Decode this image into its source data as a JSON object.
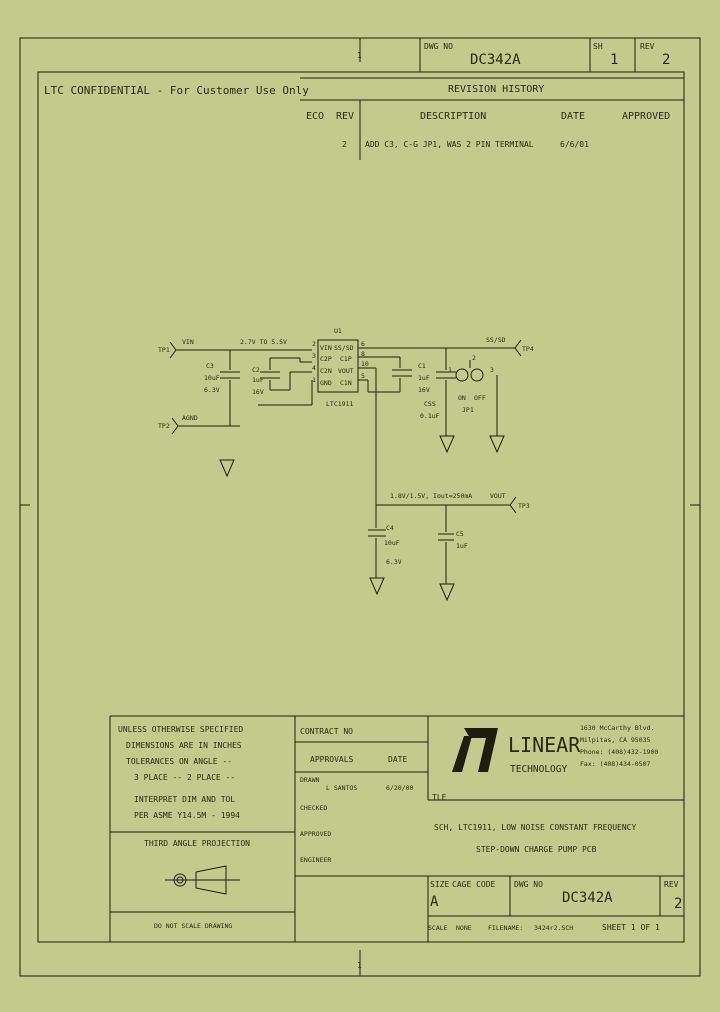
{
  "title_block_top": {
    "dwg_no_label": "DWG NO",
    "dwg_no": "DC342A",
    "sheet_label": "SH",
    "sheet": "1",
    "rev_label": "REV",
    "rev": "2",
    "zone_top": "1"
  },
  "confidential": "LTC CONFIDENTIAL - For Customer Use Only",
  "revision_history": {
    "title": "REVISION HISTORY",
    "headers": [
      "ECO",
      "REV",
      "DESCRIPTION",
      "DATE",
      "APPROVED"
    ],
    "rows": [
      {
        "eco": "",
        "rev": "2",
        "description": "ADD C3, C-G JP1, WAS 2 PIN TERMINAL",
        "date": "6/6/01",
        "approved": ""
      }
    ]
  },
  "schematic": {
    "tp1": "TP1",
    "vin_net": "VIN",
    "vin_range": "2.7V TO 5.5V",
    "c3": {
      "ref": "C3",
      "value": "10uF",
      "voltage": "6.3V"
    },
    "c2": {
      "ref": "C2",
      "value": "1uF",
      "voltage": "16V"
    },
    "u1_ref": "U1",
    "u1_part": "LTC1911",
    "u1_pins_left": [
      "VIN",
      "C2P",
      "C2N",
      "GND"
    ],
    "u1_pins_right": [
      "SS/SD",
      "C1P",
      "VOUT",
      "C1N"
    ],
    "u1_pin_nums_left": [
      "2",
      "3",
      "4",
      "1"
    ],
    "u1_pin_nums_right": [
      "6",
      "8",
      "10",
      "5"
    ],
    "c1": {
      "ref": "C1",
      "value": "1uF",
      "voltage": "16V"
    },
    "css": {
      "ref": "CSS",
      "value": "0.1uF"
    },
    "jp1": {
      "ref": "JP1",
      "on": "ON",
      "off": "OFF",
      "pin1": "1",
      "pin2": "2",
      "pin3": "3"
    },
    "ss_sd_net": "SS/SD",
    "tp4": "TP4",
    "tp2": "TP2",
    "agnd_net": "AGND",
    "vout_desc": "1.8V/1.5V, Iout=250mA",
    "vout_net": "VOUT",
    "tp3": "TP3",
    "c4": {
      "ref": "C4",
      "value": "10uF",
      "voltage": "6.3V"
    },
    "c5": {
      "ref": "C5",
      "value": "1uF"
    }
  },
  "tolerances": {
    "lines": [
      "UNLESS OTHERWISE SPECIFIED",
      "DIMENSIONS ARE IN INCHES",
      "TOLERANCES ON ANGLE --",
      "3 PLACE -- 2 PLACE --",
      "INTERPRET DIM AND TOL",
      "PER ASME Y14.5M - 1994"
    ],
    "projection": "THIRD ANGLE PROJECTION",
    "do_not_scale": "DO NOT SCALE DRAWING"
  },
  "approvals": {
    "contract_label": "CONTRACT NO",
    "approvals_label": "APPROVALS",
    "date_label": "DATE",
    "rows": [
      {
        "role": "DRAWN",
        "name": "L SANTOS",
        "date": "6/20/00"
      },
      {
        "role": "CHECKED",
        "name": "",
        "date": ""
      },
      {
        "role": "APPROVED",
        "name": "",
        "date": ""
      },
      {
        "role": "ENGINEER",
        "name": "",
        "date": ""
      }
    ],
    "tle": "TLE"
  },
  "company": {
    "logo_line1": "LINEAR",
    "logo_line2": "TECHNOLOGY",
    "address": [
      "1630 McCarthy Blvd.",
      "Milpitas, CA 95035",
      "Phone: (408)432-1900",
      "Fax: (408)434-0507"
    ]
  },
  "drawing_title": [
    "SCH, LTC1911, LOW NOISE CONSTANT FREQUENCY",
    "STEP-DOWN CHARGE PUMP PCB"
  ],
  "bottom_block": {
    "size_label": "SIZE",
    "cage_label": "CAGE CODE",
    "size": "A",
    "dwg_no_label": "DWG NO",
    "dwg_no": "DC342A",
    "rev_label": "REV",
    "rev": "2",
    "scale_label": "SCALE",
    "scale": "NONE",
    "filename_label": "FILENAME:",
    "filename": "3424r2.SCH",
    "sheet_text": "SHEET 1 OF 1",
    "zone_bottom": "1"
  },
  "colors": {
    "background": "#c2cb8d",
    "ink": "#1e1e10"
  }
}
